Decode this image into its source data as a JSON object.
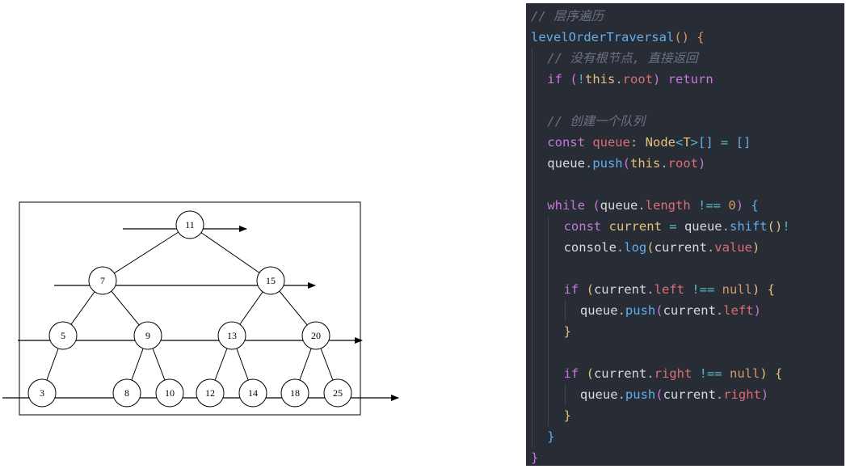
{
  "tree": {
    "levels": [
      [
        "11"
      ],
      [
        "7",
        "15"
      ],
      [
        "5",
        "9",
        "13",
        "20"
      ],
      [
        "3",
        "8",
        "10",
        "12",
        "14",
        "18",
        "25"
      ]
    ]
  },
  "code": {
    "comment_title": "// 层序遍历",
    "fn_name": "levelOrderTraversal",
    "fn_suffix": "() {",
    "comment_no_root": "// 没有根节点, 直接返回",
    "comment_queue": "// 创建一个队列",
    "kw_if": "if",
    "kw_const": "const",
    "kw_while": "while",
    "kw_return": "return",
    "this": "this",
    "root": "root",
    "queue": "queue",
    "node_type": "Node",
    "type_param": "T",
    "push": "push",
    "length": "length",
    "zero": "0",
    "current": "current",
    "shift": "shift",
    "console": "console",
    "log": "log",
    "value": "value",
    "left": "left",
    "right": "right",
    "null": "null"
  },
  "colors": {
    "panel_bg": "#282c34",
    "comment": "#6b7280",
    "function": "#61afef",
    "keyword": "#c678dd",
    "property": "#e06c75",
    "type": "#e5c07b",
    "number": "#d19a66"
  }
}
